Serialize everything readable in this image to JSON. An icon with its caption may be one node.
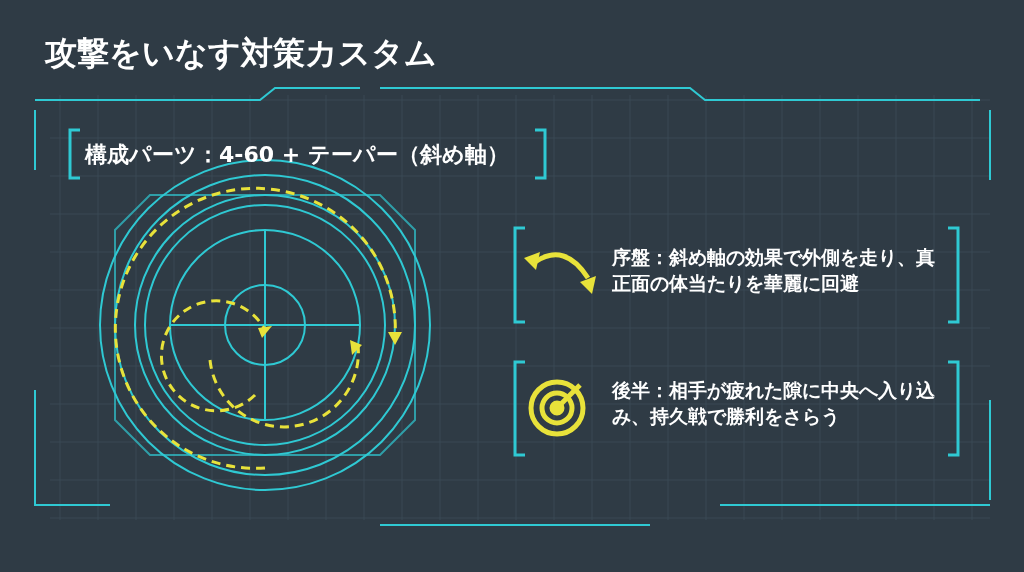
{
  "diagram": {
    "title": "攻撃をいなす対策カスタム",
    "labels": [
      "構成パーツ：4-60 + テーパー（斜め軸）",
      "序盤：斜め軸の効果で外側を走り、真正面の体当たりを華麗に回避",
      "後半：相手が疲れた隙に中央へ入り込み、持久戦で勝利をさらう"
    ]
  }
}
